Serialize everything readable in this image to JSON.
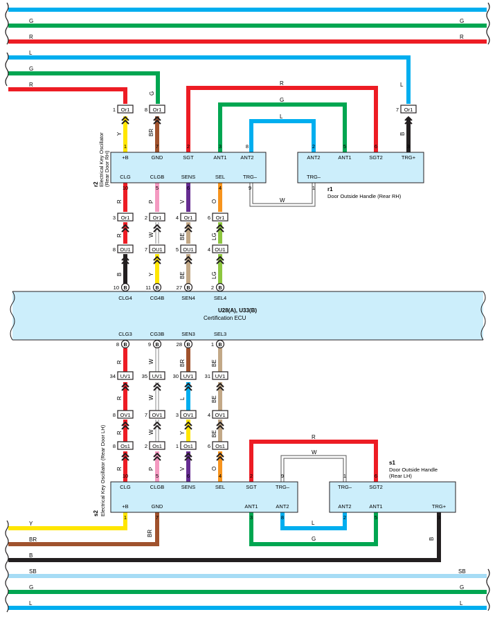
{
  "colors": {
    "L": "#00aeef",
    "G": "#00a651",
    "R": "#ed1c24",
    "Y": "#ffe600",
    "BR": "#a0522d",
    "B": "#231f20",
    "P": "#f49ac1",
    "V": "#662d91",
    "O": "#f7941d",
    "W": "#ffffff",
    "BE": "#c2a887",
    "LG": "#8dc63f",
    "SB": "#a6dcf5",
    "box": "#cceefb"
  },
  "ecu": {
    "title": "U28(A), U33(B)",
    "subtitle": "Certification ECU",
    "top_pins": [
      {
        "num": "10",
        "label": "CLG4"
      },
      {
        "num": "11",
        "label": "CG4B"
      },
      {
        "num": "27",
        "label": "SEN4"
      },
      {
        "num": "2",
        "label": "SEL4"
      }
    ],
    "bottom_pins": [
      {
        "num": "8",
        "label": "CLG3"
      },
      {
        "num": "9",
        "label": "CG3B"
      },
      {
        "num": "28",
        "label": "SEN3"
      },
      {
        "num": "1",
        "label": "SEL3"
      }
    ],
    "connector": "B"
  },
  "r2": {
    "id": "r2",
    "name": "Electrical Key Oscillator",
    "subname": "(Rear Door RH)",
    "top_pins": [
      {
        "num": "1",
        "label": "+B"
      },
      {
        "num": "7",
        "label": "GND"
      },
      {
        "num": "2",
        "label": "SGT"
      },
      {
        "num": "3",
        "label": "ANT1"
      },
      {
        "num": "8",
        "label": "ANT2"
      }
    ],
    "bottom_pins": [
      {
        "num": "10",
        "label": "CLG"
      },
      {
        "num": "5",
        "label": "CLGB"
      },
      {
        "num": "6",
        "label": "SENS"
      },
      {
        "num": "4",
        "label": "SEL"
      },
      {
        "num": "9",
        "label": "TRG–"
      }
    ]
  },
  "r1": {
    "id": "r1",
    "name": "Door Outside Handle (Rear RH)",
    "top_pins": [
      {
        "num": "2",
        "label": "ANT2"
      },
      {
        "num": "5",
        "label": "ANT1"
      },
      {
        "num": "6",
        "label": "SGT2"
      },
      {
        "num": "3",
        "label": "TRG+"
      }
    ],
    "bottom_pins": [
      {
        "num": "1",
        "label": "TRG–"
      }
    ]
  },
  "s2": {
    "id": "s2",
    "name": "Electrical Key Oscillator (Rear Door LH)",
    "top_pins": [
      {
        "num": "10",
        "label": "CLG"
      },
      {
        "num": "5",
        "label": "CLGB"
      },
      {
        "num": "6",
        "label": "SENS"
      },
      {
        "num": "4",
        "label": "SEL"
      },
      {
        "num": "2",
        "label": "SGT"
      },
      {
        "num": "9",
        "label": "TRG–"
      }
    ],
    "bottom_pins": [
      {
        "num": "1",
        "label": "+B"
      },
      {
        "num": "7",
        "label": "GND"
      },
      {
        "num": "3",
        "label": "ANT1"
      },
      {
        "num": "8",
        "label": "ANT2"
      }
    ]
  },
  "s1": {
    "id": "s1",
    "name": "Door Outside Handle",
    "subname": "(Rear LH)",
    "top_pins": [
      {
        "num": "1",
        "label": "TRG–"
      },
      {
        "num": "6",
        "label": "SGT2"
      }
    ],
    "bottom_pins": [
      {
        "num": "2",
        "label": "ANT2"
      },
      {
        "num": "5",
        "label": "ANT1"
      },
      {
        "num": "3",
        "label": "TRG+"
      }
    ]
  },
  "connectors": {
    "Or1": "Or1",
    "OU1": "OU1",
    "UV1": "UV1",
    "OV1": "OV1",
    "Os1": "Os1"
  },
  "wire_codes": {
    "L": "L",
    "G": "G",
    "R": "R",
    "Y": "Y",
    "BR": "BR",
    "B": "B",
    "P": "P",
    "V": "V",
    "O": "O",
    "W": "W",
    "BE": "BE",
    "LG": "LG",
    "SB": "SB"
  },
  "pin_numbers": {
    "or1_top": [
      "1",
      "8",
      "7"
    ],
    "or1_mid": [
      "3",
      "2",
      "4",
      "6"
    ],
    "ou1": [
      "8",
      "7",
      "5",
      "4"
    ],
    "uv1": [
      "34",
      "35",
      "30",
      "31"
    ],
    "ov1": [
      "8",
      "7",
      "3",
      "4"
    ],
    "os1": [
      "8",
      "2",
      "1",
      "6"
    ]
  }
}
